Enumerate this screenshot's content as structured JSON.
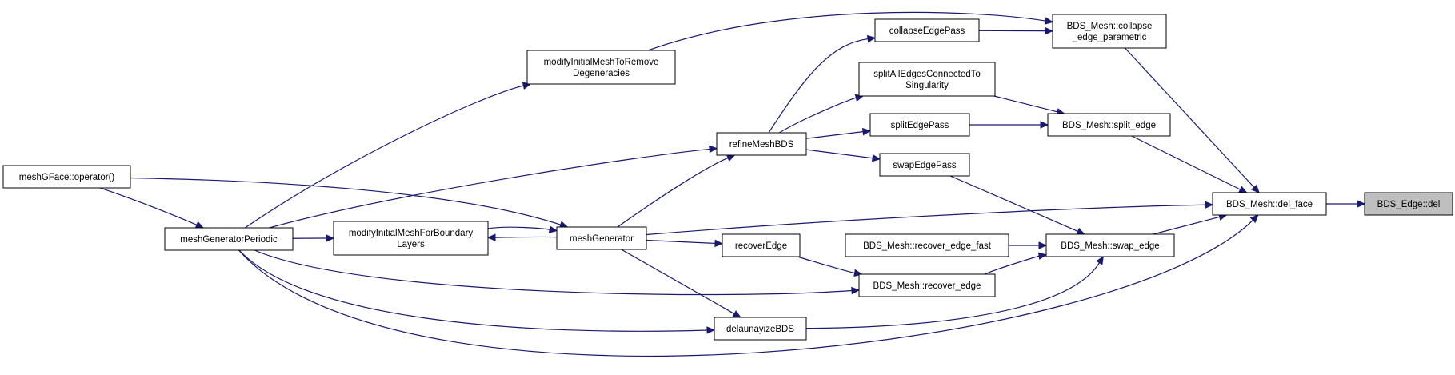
{
  "graph": {
    "title": "",
    "colors": {
      "edge": "#191970",
      "node_border": "#000000",
      "root_fill": "#bfbfbf"
    },
    "nodes": [
      {
        "id": "del",
        "lines": [
          "BDS_Edge::del"
        ],
        "root": true
      },
      {
        "id": "delface",
        "lines": [
          "BDS_Mesh::del_face"
        ]
      },
      {
        "id": "collapse",
        "lines": [
          "BDS_Mesh::collapse",
          "_edge_parametric"
        ]
      },
      {
        "id": "split",
        "lines": [
          "BDS_Mesh::split_edge"
        ]
      },
      {
        "id": "swap",
        "lines": [
          "BDS_Mesh::swap_edge"
        ]
      },
      {
        "id": "cep",
        "lines": [
          "collapseEdgePass"
        ]
      },
      {
        "id": "saectos",
        "lines": [
          "splitAllEdgesConnectedTo",
          "Singularity"
        ]
      },
      {
        "id": "sep",
        "lines": [
          "splitEdgePass"
        ]
      },
      {
        "id": "swp",
        "lines": [
          "swapEdgePass"
        ]
      },
      {
        "id": "ref",
        "lines": [
          "refineMeshBDS"
        ]
      },
      {
        "id": "mimtrd",
        "lines": [
          "modifyInitialMeshToRemove",
          "Degeneracies"
        ]
      },
      {
        "id": "ref_fast",
        "lines": [
          "BDS_Mesh::recover_edge_fast"
        ]
      },
      {
        "id": "recedge",
        "lines": [
          "BDS_Mesh::recover_edge"
        ]
      },
      {
        "id": "recover",
        "lines": [
          "recoverEdge"
        ]
      },
      {
        "id": "dela",
        "lines": [
          "delaunayizeBDS"
        ]
      },
      {
        "id": "mg",
        "lines": [
          "meshGenerator"
        ]
      },
      {
        "id": "mimfbl",
        "lines": [
          "modifyInitialMeshForBoundary",
          "Layers"
        ]
      },
      {
        "id": "mgp",
        "lines": [
          "meshGeneratorPeriodic"
        ]
      },
      {
        "id": "op",
        "lines": [
          "meshGFace::operator()"
        ]
      }
    ],
    "edges": [
      {
        "from": "delface",
        "to": "del"
      },
      {
        "from": "collapse",
        "to": "delface"
      },
      {
        "from": "split",
        "to": "delface"
      },
      {
        "from": "swap",
        "to": "delface"
      },
      {
        "from": "mg",
        "to": "delface"
      },
      {
        "from": "mgp",
        "to": "delface"
      },
      {
        "from": "cep",
        "to": "collapse"
      },
      {
        "from": "mimtrd",
        "to": "collapse"
      },
      {
        "from": "saectos",
        "to": "split"
      },
      {
        "from": "sep",
        "to": "split"
      },
      {
        "from": "swp",
        "to": "swap"
      },
      {
        "from": "ref_fast",
        "to": "swap"
      },
      {
        "from": "recedge",
        "to": "swap"
      },
      {
        "from": "dela",
        "to": "swap"
      },
      {
        "from": "ref",
        "to": "cep"
      },
      {
        "from": "ref",
        "to": "saectos"
      },
      {
        "from": "ref",
        "to": "sep"
      },
      {
        "from": "ref",
        "to": "swp"
      },
      {
        "from": "mg",
        "to": "ref"
      },
      {
        "from": "mgp",
        "to": "ref"
      },
      {
        "from": "mgp",
        "to": "mimtrd"
      },
      {
        "from": "recover",
        "to": "recedge"
      },
      {
        "from": "mgp",
        "to": "recedge"
      },
      {
        "from": "mg",
        "to": "recover"
      },
      {
        "from": "mg",
        "to": "dela"
      },
      {
        "from": "mgp",
        "to": "dela"
      },
      {
        "from": "mimfbl",
        "to": "mg"
      },
      {
        "from": "mg",
        "to": "mimfbl"
      },
      {
        "from": "mgp",
        "to": "mimfbl"
      },
      {
        "from": "op",
        "to": "mg"
      },
      {
        "from": "op",
        "to": "mgp"
      }
    ]
  }
}
